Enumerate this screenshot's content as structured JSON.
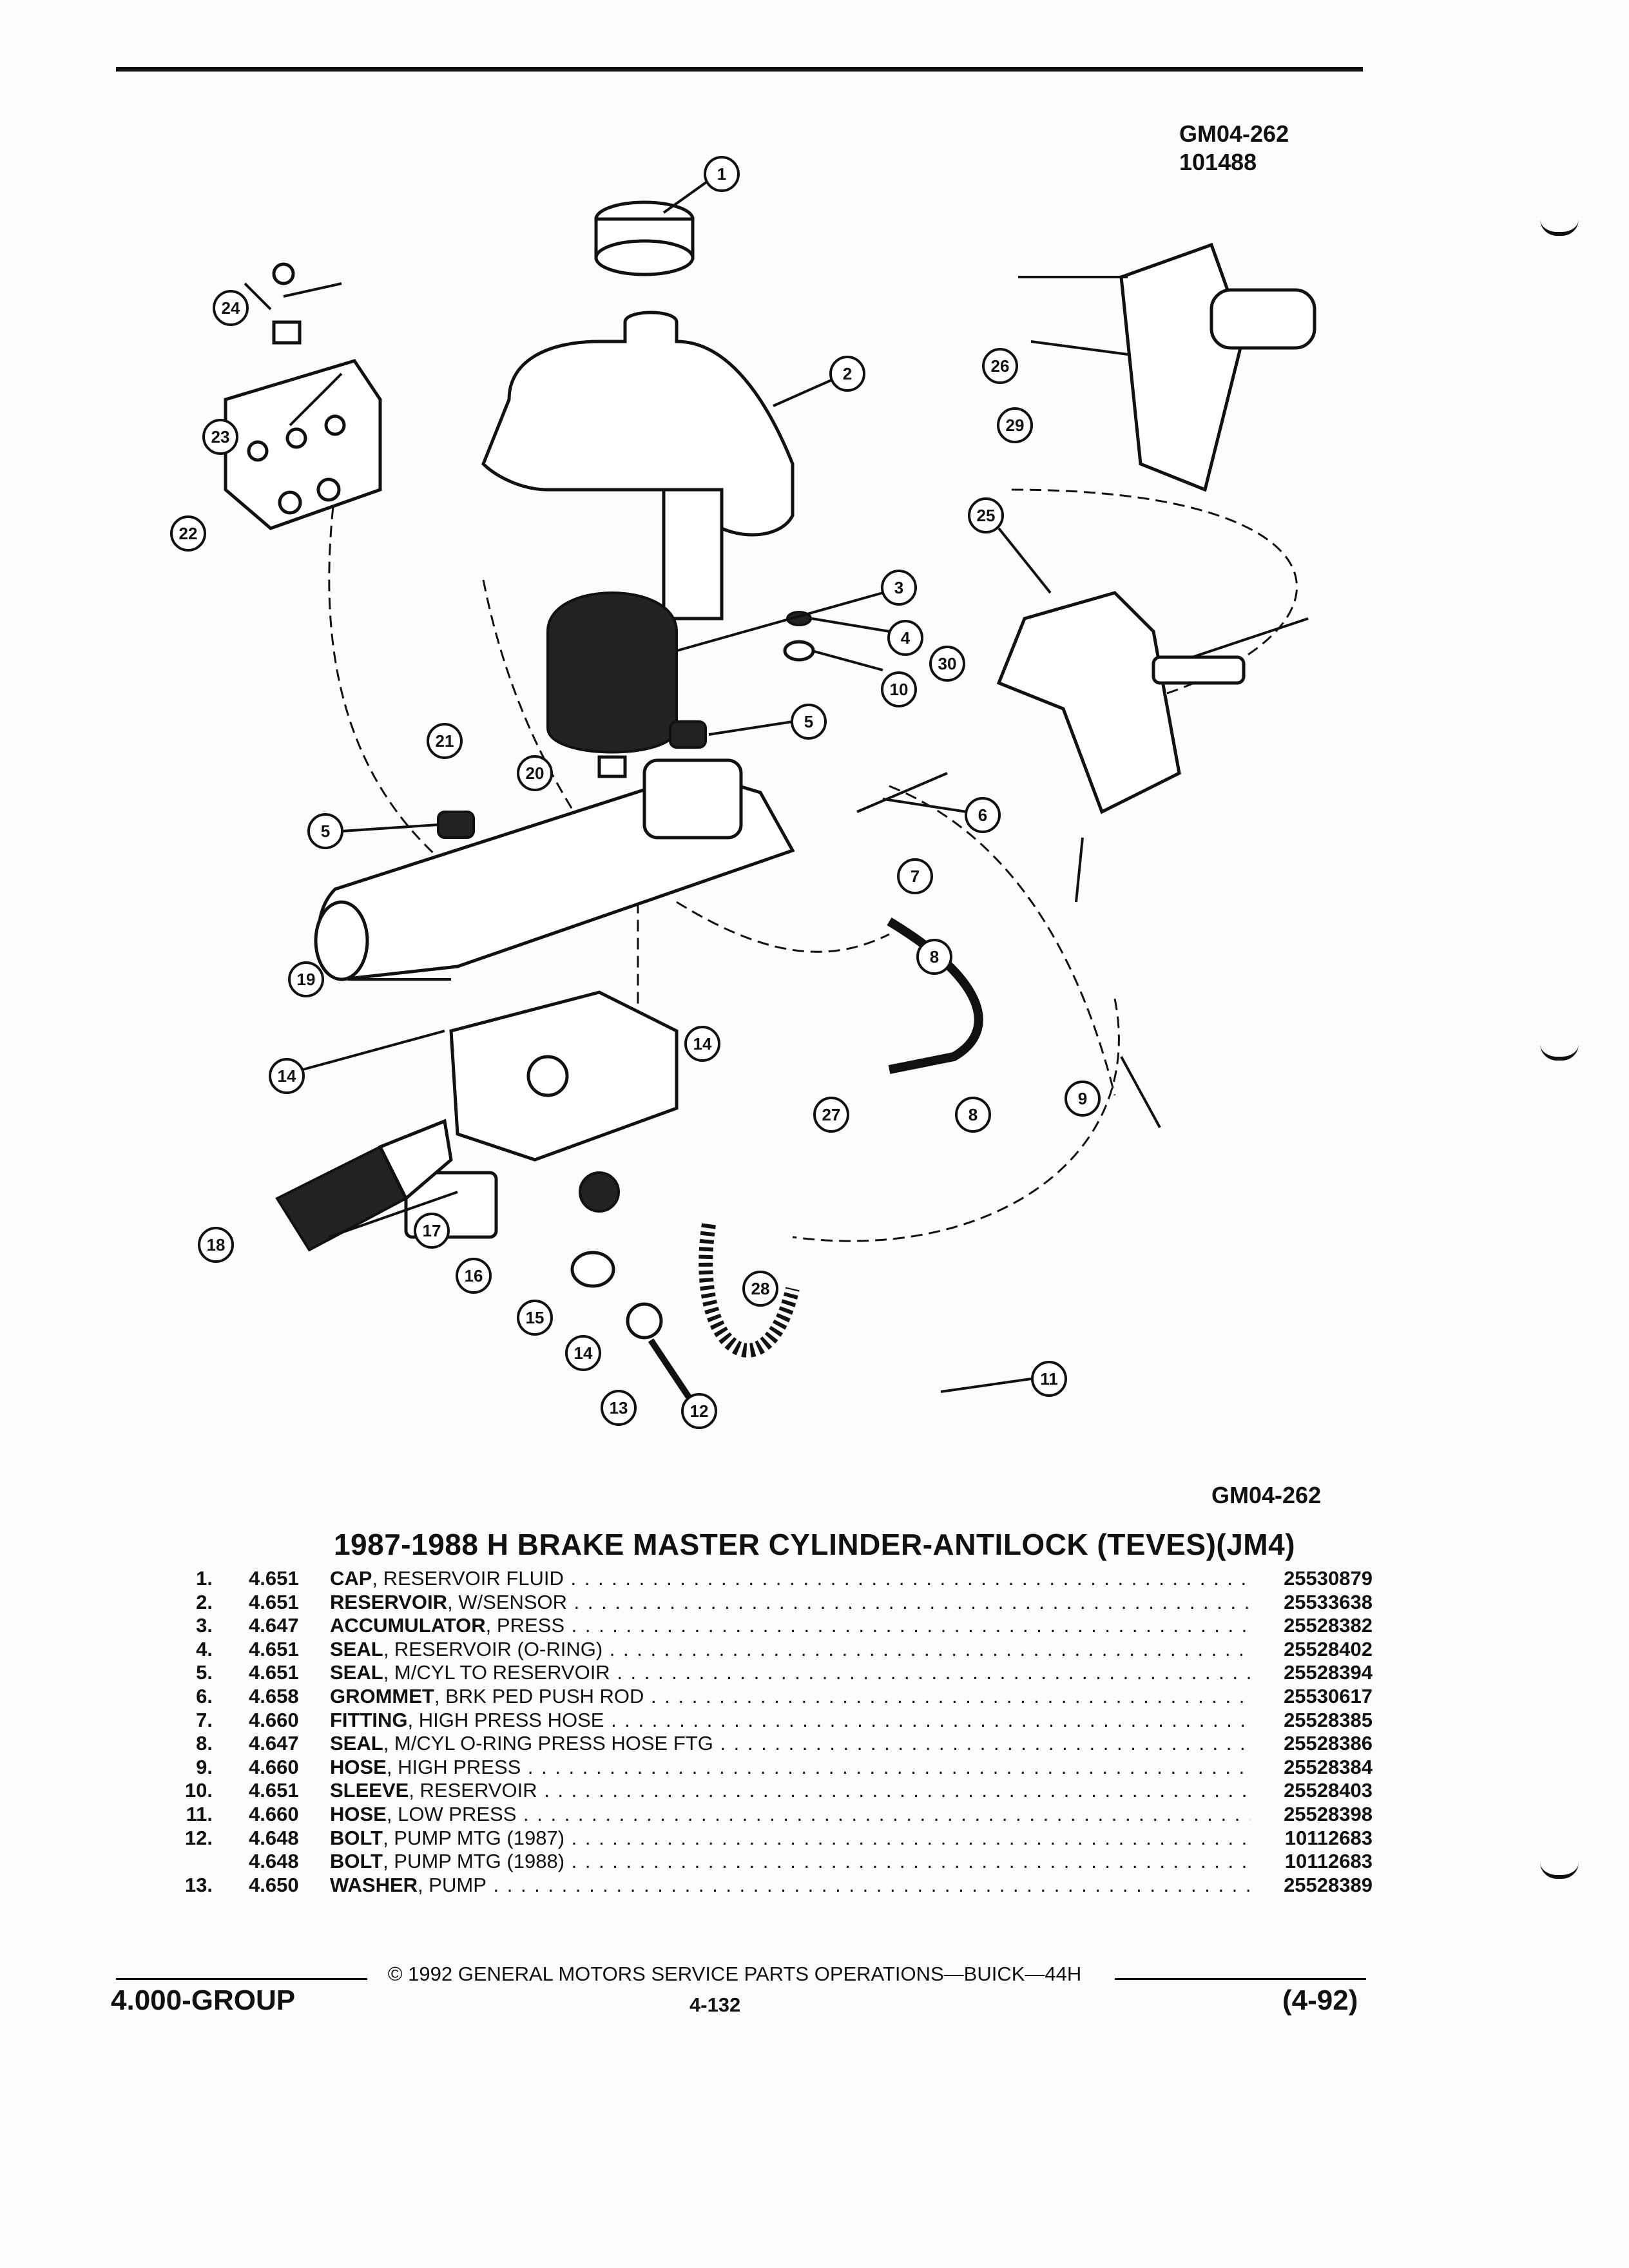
{
  "diagram": {
    "code_top": "GM04-262",
    "number_top": "101488",
    "code_bottom": "GM04-262",
    "callouts": [
      "1",
      "2",
      "3",
      "4",
      "5",
      "5",
      "6",
      "7",
      "8",
      "8",
      "9",
      "10",
      "11",
      "12",
      "13",
      "14",
      "14",
      "14",
      "15",
      "16",
      "17",
      "18",
      "19",
      "20",
      "21",
      "22",
      "23",
      "24",
      "25",
      "26",
      "27",
      "28",
      "29",
      "30"
    ]
  },
  "title": "1987-1988 H BRAKE MASTER CYLINDER-ANTILOCK (TEVES)(JM4)",
  "parts": [
    {
      "num": "1.",
      "group": "4.651",
      "name": "CAP",
      "sub": ", RESERVOIR FLUID",
      "part_no": "25530879"
    },
    {
      "num": "2.",
      "group": "4.651",
      "name": "RESERVOIR",
      "sub": ", W/SENSOR",
      "part_no": "25533638"
    },
    {
      "num": "3.",
      "group": "4.647",
      "name": "ACCUMULATOR",
      "sub": ", PRESS",
      "part_no": "25528382"
    },
    {
      "num": "4.",
      "group": "4.651",
      "name": "SEAL",
      "sub": ", RESERVOIR (O-RING)",
      "part_no": "25528402"
    },
    {
      "num": "5.",
      "group": "4.651",
      "name": "SEAL",
      "sub": ", M/CYL TO RESERVOIR",
      "part_no": "25528394"
    },
    {
      "num": "6.",
      "group": "4.658",
      "name": "GROMMET",
      "sub": ", BRK PED PUSH ROD",
      "part_no": "25530617"
    },
    {
      "num": "7.",
      "group": "4.660",
      "name": "FITTING",
      "sub": ", HIGH PRESS HOSE",
      "part_no": "25528385"
    },
    {
      "num": "8.",
      "group": "4.647",
      "name": "SEAL",
      "sub": ", M/CYL O-RING PRESS HOSE FTG",
      "part_no": "25528386"
    },
    {
      "num": "9.",
      "group": "4.660",
      "name": "HOSE",
      "sub": ", HIGH PRESS",
      "part_no": "25528384"
    },
    {
      "num": "10.",
      "group": "4.651",
      "name": "SLEEVE",
      "sub": ", RESERVOIR",
      "part_no": "25528403"
    },
    {
      "num": "11.",
      "group": "4.660",
      "name": "HOSE",
      "sub": ", LOW PRESS",
      "part_no": "25528398"
    },
    {
      "num": "12.",
      "group": "4.648",
      "name": "BOLT",
      "sub": ", PUMP MTG (1987)",
      "part_no": "10112683"
    },
    {
      "num": "",
      "group": "4.648",
      "name": "BOLT",
      "sub": ", PUMP MTG (1988)",
      "part_no": "10112683"
    },
    {
      "num": "13.",
      "group": "4.650",
      "name": "WASHER",
      "sub": ", PUMP",
      "part_no": "25528389"
    }
  ],
  "footer": {
    "copyright": "© 1992 GENERAL MOTORS SERVICE PARTS OPERATIONS—BUICK—44H",
    "group": "4.000-GROUP",
    "page": "4-132",
    "date": "(4-92)"
  }
}
